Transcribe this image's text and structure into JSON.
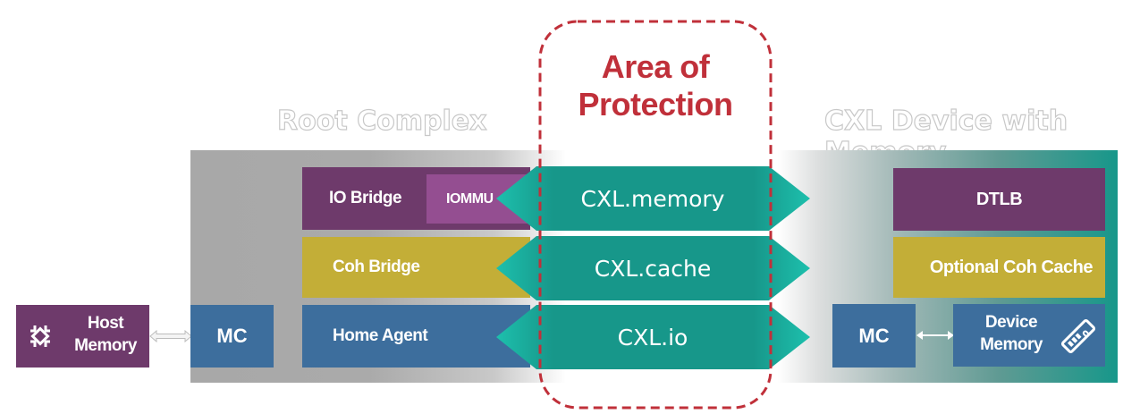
{
  "protection": {
    "title_line1": "Area of",
    "title_line2": "Protection",
    "color": "#c0303a"
  },
  "root_complex": {
    "title": "Root Complex",
    "io_bridge": "IO Bridge",
    "iommu": "IOMMU",
    "coh_bridge": "Coh Bridge",
    "home_agent": "Home Agent",
    "mc": "MC"
  },
  "host_memory": {
    "line1": "Host",
    "line2": "Memory",
    "icon": "chip-icon"
  },
  "protocols": [
    "CXL.memory",
    "CXL.cache",
    "CXL.io"
  ],
  "device": {
    "title": "CXL Device with Memory",
    "dtlb": "DTLB",
    "coh_cache": "Optional Coh Cache",
    "mc": "MC",
    "device_memory_line1": "Device",
    "device_memory_line2": "Memory",
    "icon": "memory-stick-icon"
  },
  "colors": {
    "purple": "#6e3a6b",
    "light_purple": "#944e91",
    "gold": "#c3ae37",
    "blue": "#3d6e9d",
    "teal": "#17978a",
    "teal_light": "#1dc0ad"
  }
}
